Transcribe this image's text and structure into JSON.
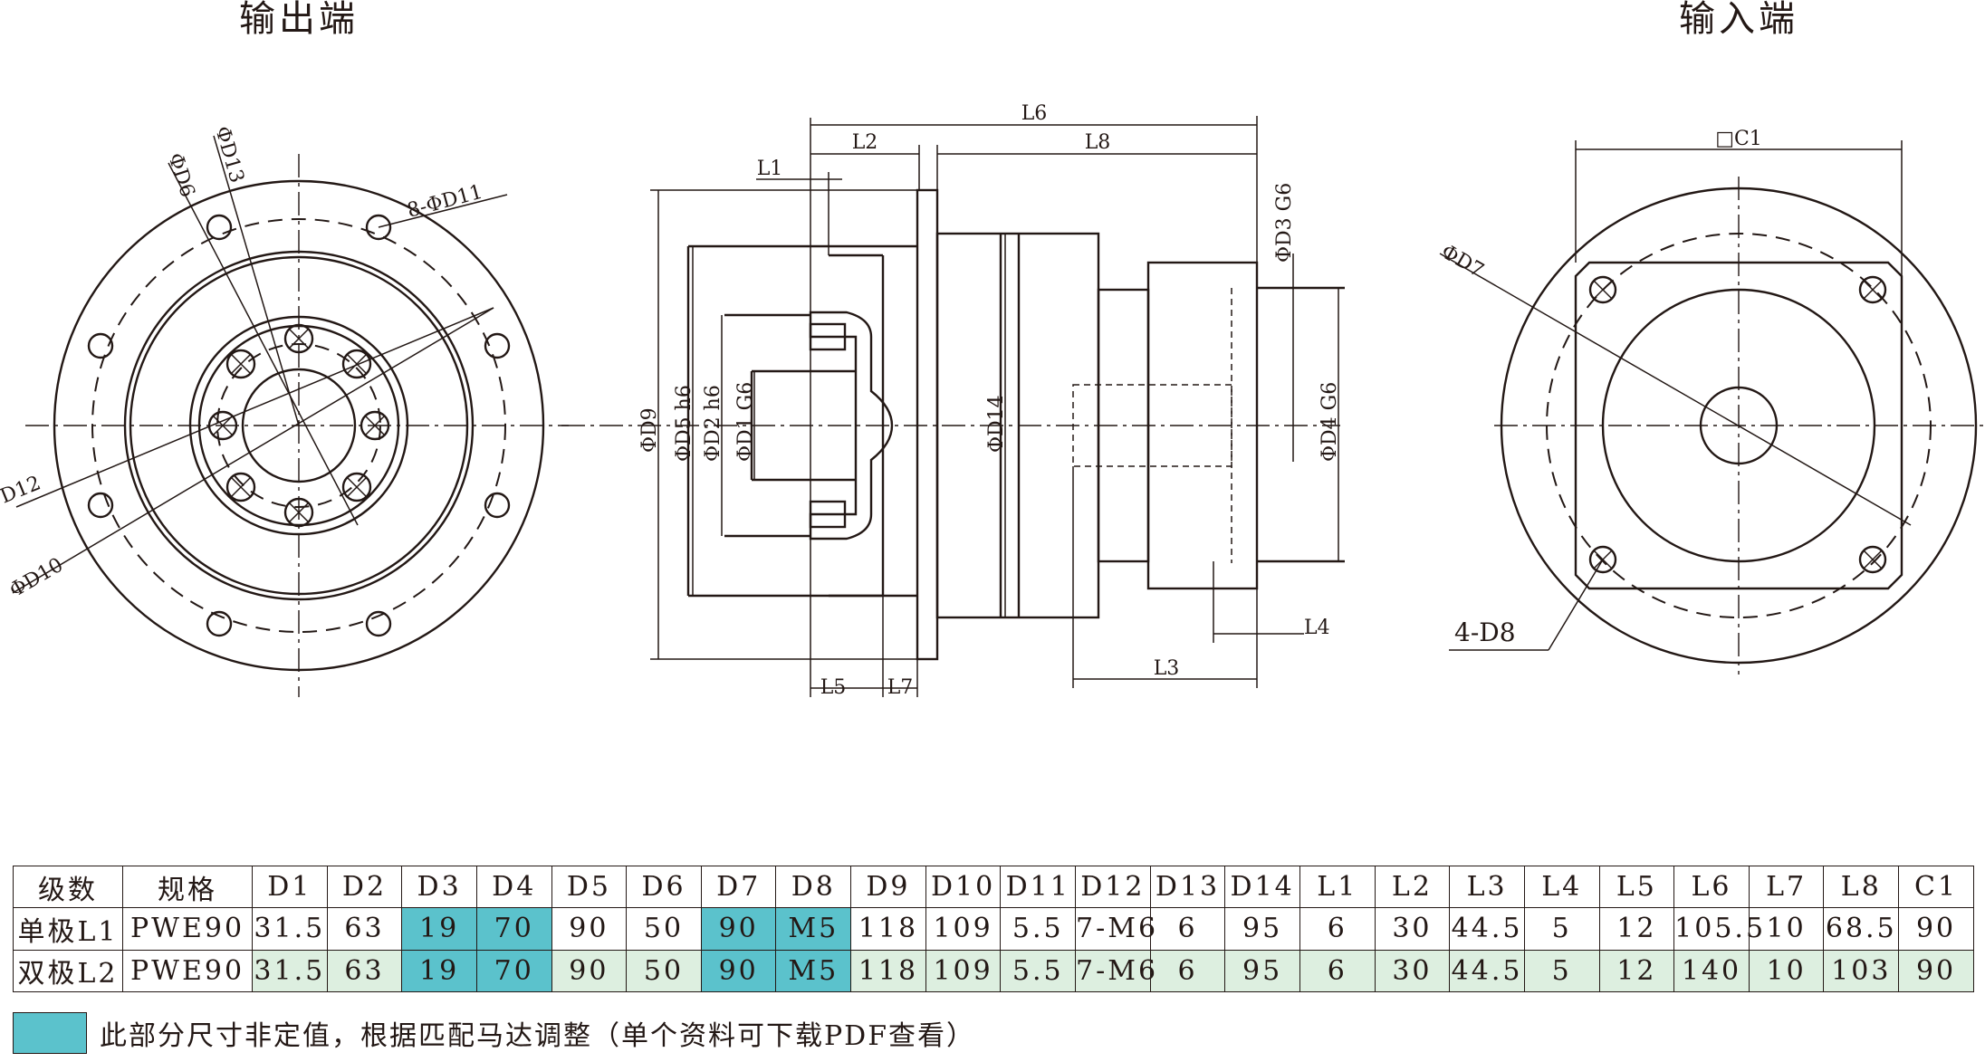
{
  "titles": {
    "output_end": "输出端",
    "input_end": "输入端"
  },
  "left_view_labels": {
    "d6": "ΦD6",
    "d13": "ΦD13",
    "d11": "8-ΦD11",
    "d12": "D12",
    "d10": "ΦD10"
  },
  "side_view_labels": {
    "l6": "L6",
    "l2": "L2",
    "l1": "L1",
    "l8": "L8",
    "d3": "ΦD3 G6",
    "d9": "ΦD9",
    "d5": "ΦD5 h6",
    "d2": "ΦD2 h6",
    "d1": "ΦD1 G6",
    "d14": "ΦD14",
    "d4": "ΦD4 G6",
    "l4": "L4",
    "l3": "L3",
    "l5": "L5",
    "l7": "L7"
  },
  "right_view_labels": {
    "c1": "□C1",
    "d7": "ΦD7",
    "d8": "4-D8"
  },
  "table": {
    "headers": [
      "级数",
      "规格",
      "D1",
      "D2",
      "D3",
      "D4",
      "D5",
      "D6",
      "D7",
      "D8",
      "D9",
      "D10",
      "D11",
      "D12",
      "D13",
      "D14",
      "L1",
      "L2",
      "L3",
      "L4",
      "L5",
      "L6",
      "L7",
      "L8",
      "C1"
    ],
    "rows": [
      [
        "单极L1",
        "PWE90",
        "31.5",
        "63",
        "19",
        "70",
        "90",
        "50",
        "90",
        "M5",
        "118",
        "109",
        "5.5",
        "7-M6",
        "6",
        "95",
        "6",
        "30",
        "44.5",
        "5",
        "12",
        "105.5",
        "10",
        "68.5",
        "90"
      ],
      [
        "双极L2",
        "PWE90",
        "31.5",
        "63",
        "19",
        "70",
        "90",
        "50",
        "90",
        "M5",
        "118",
        "109",
        "5.5",
        "7-M6",
        "6",
        "95",
        "6",
        "30",
        "44.5",
        "5",
        "12",
        "140",
        "10",
        "103",
        "90"
      ]
    ]
  },
  "colors": {
    "custom_highlight": "#5bc2cc",
    "row_shade": "#ddefe0",
    "line": "#231815"
  },
  "legend_note": "此部分尺寸非定值，根据匹配马达调整（单个资料可下载PDF查看）"
}
